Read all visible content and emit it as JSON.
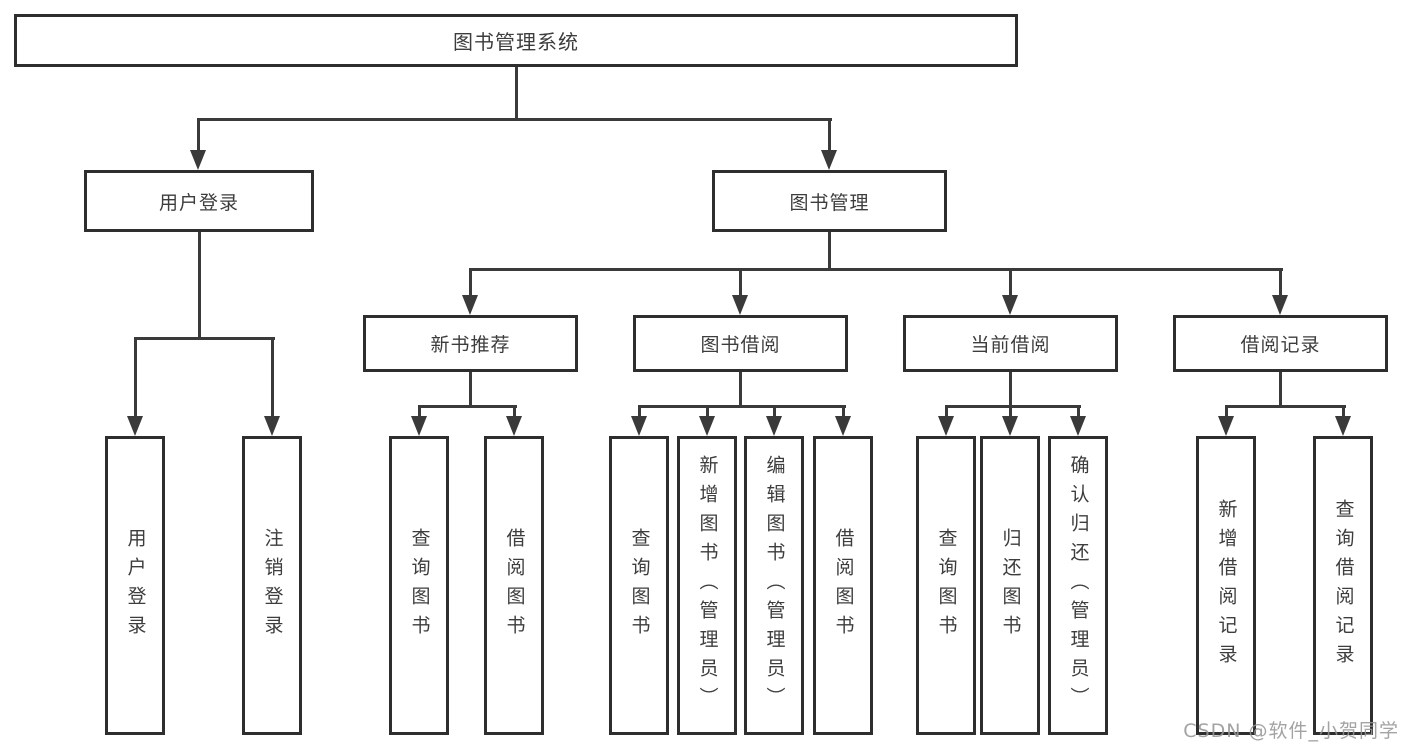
{
  "colors": {
    "background": "#ffffff",
    "line": "#3a3a3a",
    "box_border": "#2e2e2e",
    "text": "#3d3d3d",
    "watermark": "#969696"
  },
  "watermark": {
    "text": "CSDN @软件_小贺同学"
  },
  "nodes": {
    "root": {
      "label": "图书管理系统"
    },
    "userLogin": {
      "label": "用户登录"
    },
    "bookMgmt": {
      "label": "图书管理"
    },
    "newBookRec": {
      "label": "新书推荐"
    },
    "bookBorrow": {
      "label": "图书借阅"
    },
    "currentBorrow": {
      "label": "当前借阅"
    },
    "borrowRecords": {
      "label": "借阅记录"
    },
    "leafUserLogin": {
      "label": "用户登录"
    },
    "leafLogout": {
      "label": "注销登录"
    },
    "leafRecQuery": {
      "label": "查询图书"
    },
    "leafRecBorrow": {
      "label": "借阅图书"
    },
    "leafBorQuery": {
      "label": "查询图书"
    },
    "leafBorAdd": {
      "label": "新增图书（管理员）"
    },
    "leafBorEdit": {
      "label": "编辑图书（管理员）"
    },
    "leafBorBorrow": {
      "label": "借阅图书"
    },
    "leafCurQuery": {
      "label": "查询图书"
    },
    "leafCurReturn": {
      "label": "归还图书"
    },
    "leafCurConfirm": {
      "label": "确认归还（管理员）"
    },
    "leafRecordAdd": {
      "label": "新增借阅记录"
    },
    "leafRecordQuery": {
      "label": "查询借阅记录"
    }
  },
  "hierarchy": {
    "图书管理系统": {
      "用户登录": [
        "用户登录",
        "注销登录"
      ],
      "图书管理": {
        "新书推荐": [
          "查询图书",
          "借阅图书"
        ],
        "图书借阅": [
          "查询图书",
          "新增图书（管理员）",
          "编辑图书（管理员）",
          "借阅图书"
        ],
        "当前借阅": [
          "查询图书",
          "归还图书",
          "确认归还（管理员）"
        ],
        "借阅记录": [
          "新增借阅记录",
          "查询借阅记录"
        ]
      }
    }
  }
}
